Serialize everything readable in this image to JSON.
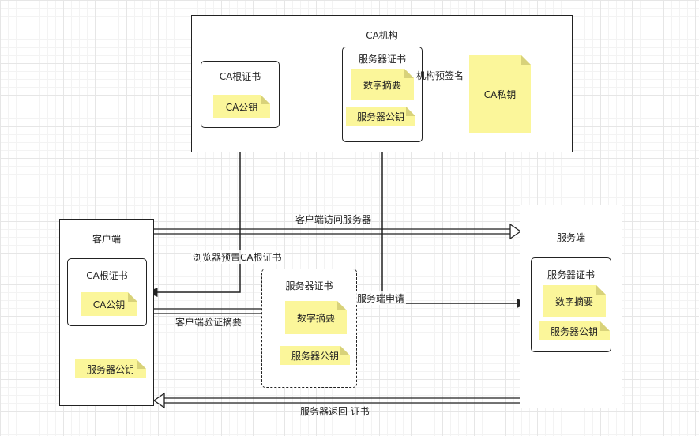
{
  "ca_org": {
    "title": "CA机构",
    "root_cert": {
      "title": "CA根证书",
      "public_key": "CA公钥"
    },
    "server_cert": {
      "title": "服务器证书",
      "digest": "数字摘要",
      "public_key": "服务器公钥"
    },
    "private_key": "CA私钥",
    "sign_label": "机构预签名"
  },
  "client": {
    "title": "客户端",
    "root_cert": {
      "title": "CA根证书",
      "public_key": "CA公钥"
    },
    "server_public_key": "服务器公钥"
  },
  "verify_cert": {
    "title": "服务器证书",
    "digest": "数字摘要",
    "public_key": "服务器公钥"
  },
  "server": {
    "title": "服务端",
    "cert": {
      "title": "服务器证书",
      "digest": "数字摘要",
      "public_key": "服务器公钥"
    }
  },
  "edges": {
    "client_visit": "客户端访问服务器",
    "browser_preset": "浏览器预置CA根证书",
    "client_verify": "客户端验证摘要",
    "server_apply": "服务端申请",
    "server_return": "服务器返回 证书"
  },
  "colors": {
    "note": "#fbf69a",
    "stroke": "#222222"
  }
}
